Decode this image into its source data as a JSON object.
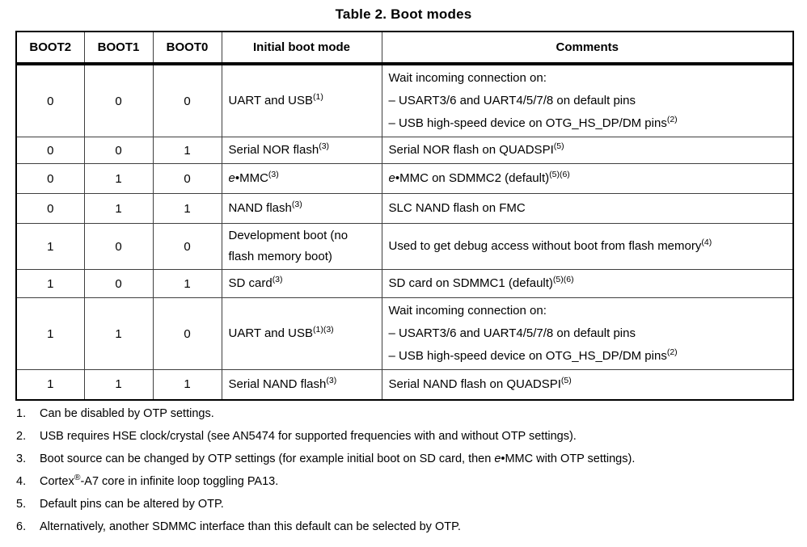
{
  "page": {
    "title": "Table 2. Boot modes"
  },
  "table": {
    "headers": [
      "BOOT2",
      "BOOT1",
      "BOOT0",
      "Initial boot mode",
      "Comments"
    ],
    "rows": [
      {
        "bits": [
          "0",
          "0",
          "0"
        ],
        "mode_lines": [
          [
            {
              "text": "UART and USB"
            },
            {
              "text": "(1)",
              "sup": true
            }
          ]
        ],
        "comment_lines": [
          [
            {
              "text": "Wait incoming connection on:"
            }
          ],
          [
            {
              "text": "– USART3/6 and UART4/5/7/8 on default pins"
            }
          ],
          [
            {
              "text": "– USB high-speed device on OTG_HS_DP/DM pins"
            },
            {
              "text": "(2)",
              "sup": true
            }
          ]
        ]
      },
      {
        "bits": [
          "0",
          "0",
          "1"
        ],
        "mode_lines": [
          [
            {
              "text": "Serial NOR flash"
            },
            {
              "text": "(3)",
              "sup": true
            }
          ]
        ],
        "comment_lines": [
          [
            {
              "text": "Serial NOR flash on QUADSPI"
            },
            {
              "text": "(5)",
              "sup": true
            }
          ]
        ]
      },
      {
        "bits": [
          "0",
          "1",
          "0"
        ],
        "mode_lines": [
          [
            {
              "text": "e",
              "italic": true
            },
            {
              "text": "•MMC"
            },
            {
              "text": "(3)",
              "sup": true
            }
          ]
        ],
        "comment_lines": [
          [
            {
              "text": "e",
              "italic": true
            },
            {
              "text": "•MMC on SDMMC2 (default)"
            },
            {
              "text": "(5)(6)",
              "sup": true
            }
          ]
        ]
      },
      {
        "bits": [
          "0",
          "1",
          "1"
        ],
        "mode_lines": [
          [
            {
              "text": "NAND flash"
            },
            {
              "text": "(3)",
              "sup": true
            }
          ]
        ],
        "comment_lines": [
          [
            {
              "text": "SLC NAND flash on FMC"
            }
          ]
        ]
      },
      {
        "bits": [
          "1",
          "0",
          "0"
        ],
        "mode_lines": [
          [
            {
              "text": "Development boot (no flash memory boot)"
            }
          ]
        ],
        "comment_lines": [
          [
            {
              "text": "Used to get debug access without boot from flash memory"
            },
            {
              "text": "(4)",
              "sup": true
            }
          ]
        ]
      },
      {
        "bits": [
          "1",
          "0",
          "1"
        ],
        "mode_lines": [
          [
            {
              "text": "SD card"
            },
            {
              "text": "(3)",
              "sup": true
            }
          ]
        ],
        "comment_lines": [
          [
            {
              "text": "SD card on SDMMC1 (default)"
            },
            {
              "text": "(5)(6)",
              "sup": true
            }
          ]
        ]
      },
      {
        "bits": [
          "1",
          "1",
          "0"
        ],
        "mode_lines": [
          [
            {
              "text": "UART and USB"
            },
            {
              "text": "(1)(3)",
              "sup": true
            }
          ]
        ],
        "comment_lines": [
          [
            {
              "text": "Wait incoming connection on:"
            }
          ],
          [
            {
              "text": "– USART3/6 and UART4/5/7/8 on default pins"
            }
          ],
          [
            {
              "text": "– USB high-speed device on OTG_HS_DP/DM pins"
            },
            {
              "text": "(2)",
              "sup": true
            }
          ]
        ]
      },
      {
        "bits": [
          "1",
          "1",
          "1"
        ],
        "mode_lines": [
          [
            {
              "text": "Serial NAND flash"
            },
            {
              "text": "(3)",
              "sup": true
            }
          ]
        ],
        "comment_lines": [
          [
            {
              "text": "Serial NAND flash on QUADSPI"
            },
            {
              "text": "(5)",
              "sup": true
            }
          ]
        ]
      }
    ]
  },
  "footnotes": [
    {
      "num": "1.",
      "segments": [
        {
          "text": "Can be disabled by OTP settings."
        }
      ]
    },
    {
      "num": "2.",
      "segments": [
        {
          "text": "USB requires HSE clock/crystal (see AN5474 for supported frequencies with and without OTP settings)."
        }
      ]
    },
    {
      "num": "3.",
      "segments": [
        {
          "text": "Boot source can be changed by OTP settings (for example initial boot on SD card, then "
        },
        {
          "text": "e",
          "italic": true
        },
        {
          "text": "•MMC with OTP settings)."
        }
      ]
    },
    {
      "num": "4.",
      "segments": [
        {
          "text": "Cortex"
        },
        {
          "text": "®",
          "sup": true
        },
        {
          "text": "-A7 core in infinite loop toggling PA13."
        }
      ]
    },
    {
      "num": "5.",
      "segments": [
        {
          "text": "Default pins can be altered by OTP."
        }
      ]
    },
    {
      "num": "6.",
      "segments": [
        {
          "text": "Alternatively, another SDMMC interface than this default can be selected by OTP."
        }
      ]
    }
  ]
}
